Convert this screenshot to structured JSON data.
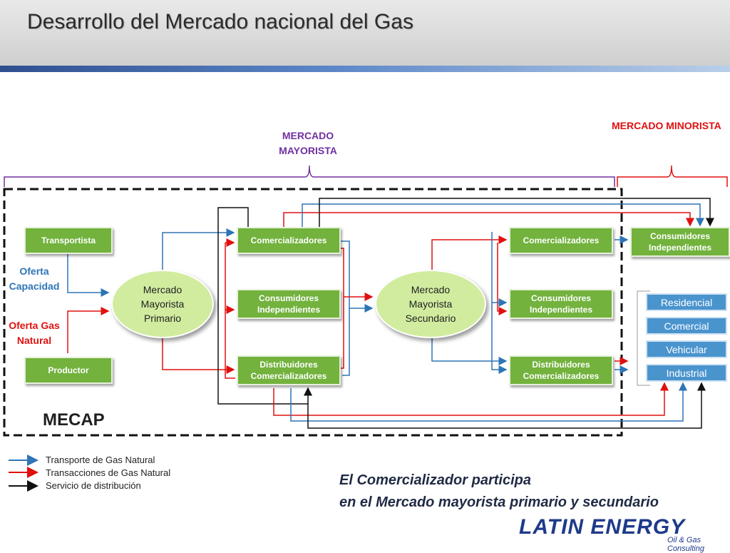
{
  "header": {
    "title": "Desarrollo del Mercado nacional del Gas"
  },
  "brackets": {
    "mayorista": "MERCADO\nMAYORISTA",
    "minorista": "MERCADO MINORISTA"
  },
  "nodes": {
    "transportista": "Transportista",
    "productor": "Productor",
    "oferta_capacidad": "Oferta\nCapacidad",
    "oferta_gas": "Oferta Gas\nNatural",
    "mercado_primario": "Mercado\nMayorista\nPrimario",
    "mercado_secundario": "Mercado\nMayorista\nSecundario",
    "comercializadores_1": "Comercializadores",
    "consumidores_1": "Consumidores\nIndependientes",
    "distribuidores_1": "Distribuidores\nComercializadores",
    "comercializadores_2": "Comercializadores",
    "consumidores_2": "Consumidores\nIndependientes",
    "distribuidores_2": "Distribuidores\nComercializadores",
    "consumidores_final": "Consumidores\nIndependientes"
  },
  "retail": [
    "Residencial",
    "Comercial",
    "Vehicular",
    "Industrial"
  ],
  "mecap": "MECAP",
  "legend": [
    {
      "label": "Transporte de Gas Natural",
      "color": "#2e75b6"
    },
    {
      "label": "Transacciones de Gas Natural",
      "color": "#e01010"
    },
    {
      "label": "Servicio de distribución",
      "color": "#111111"
    }
  ],
  "caption": [
    "El Comercializador participa",
    "en el Mercado mayorista primario y secundario"
  ],
  "logo": {
    "name": "LATIN ENERGY",
    "tagline": "Oil & Gas Consulting"
  },
  "colors": {
    "blue": "#2e75b6",
    "red": "#e01010",
    "black": "#111111",
    "green": "#72b23d",
    "purple": "#7030a0"
  }
}
